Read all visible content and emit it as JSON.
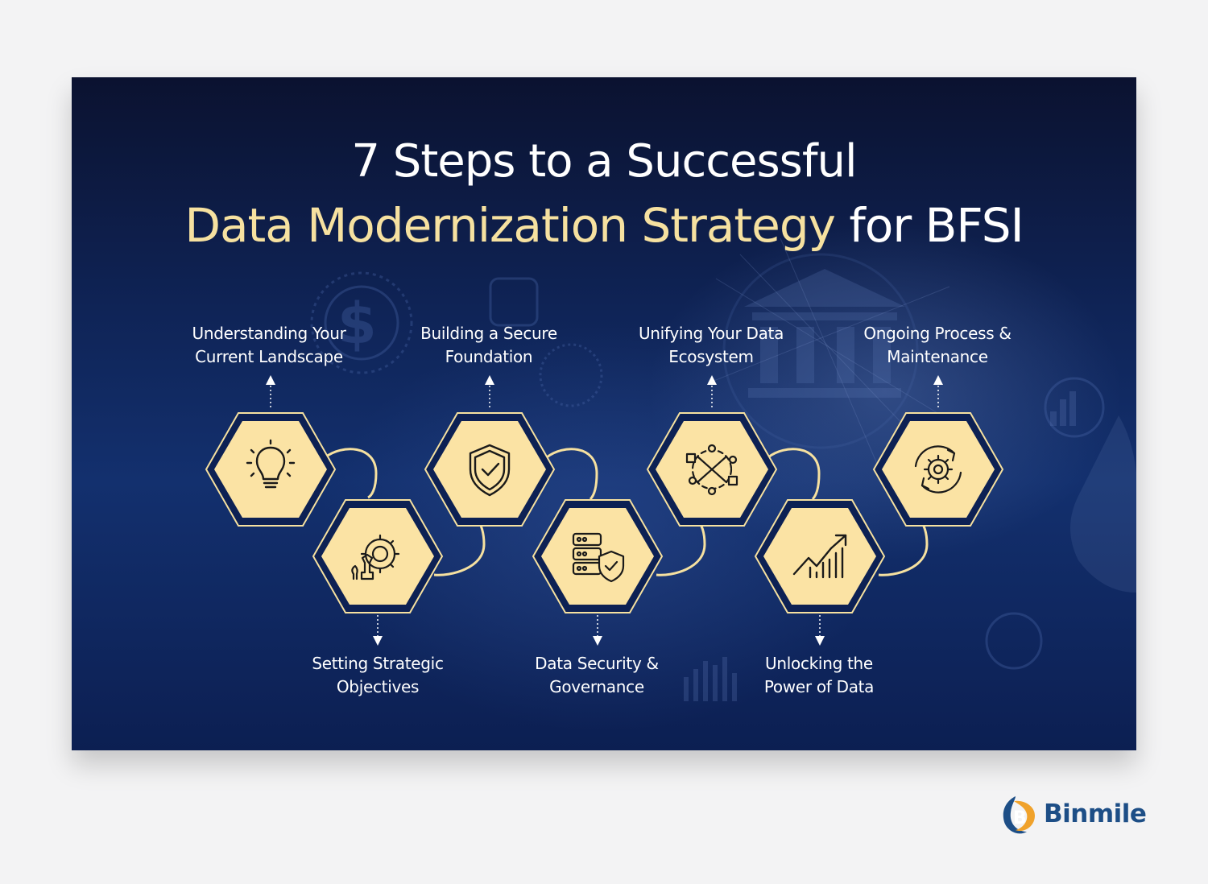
{
  "title": {
    "line1": "7 Steps to a Successful",
    "line2_highlight": "Data Modernization Strategy",
    "line2_rest": " for BFSI"
  },
  "colors": {
    "accent": "#f6e1a0",
    "background": "#0f2457",
    "hex_fill": "#fbe3a4",
    "text": "#ffffff"
  },
  "steps": [
    {
      "line1": "Understanding Your",
      "line2": "Current Landscape",
      "icon": "lightbulb-icon"
    },
    {
      "line1": "Setting Strategic",
      "line2": "Objectives",
      "icon": "strategy-gear-icon"
    },
    {
      "line1": "Building a Secure",
      "line2": "Foundation",
      "icon": "shield-check-icon"
    },
    {
      "line1": "Data Security &",
      "line2": "Governance",
      "icon": "server-shield-icon"
    },
    {
      "line1": "Unifying Your Data",
      "line2": "Ecosystem",
      "icon": "network-nodes-icon"
    },
    {
      "line1": "Unlocking the",
      "line2": "Power of Data",
      "icon": "growth-chart-icon"
    },
    {
      "line1": "Ongoing Process &",
      "line2": "Maintenance",
      "icon": "gear-cycle-icon"
    }
  ],
  "brand": {
    "name": "Binmile"
  }
}
